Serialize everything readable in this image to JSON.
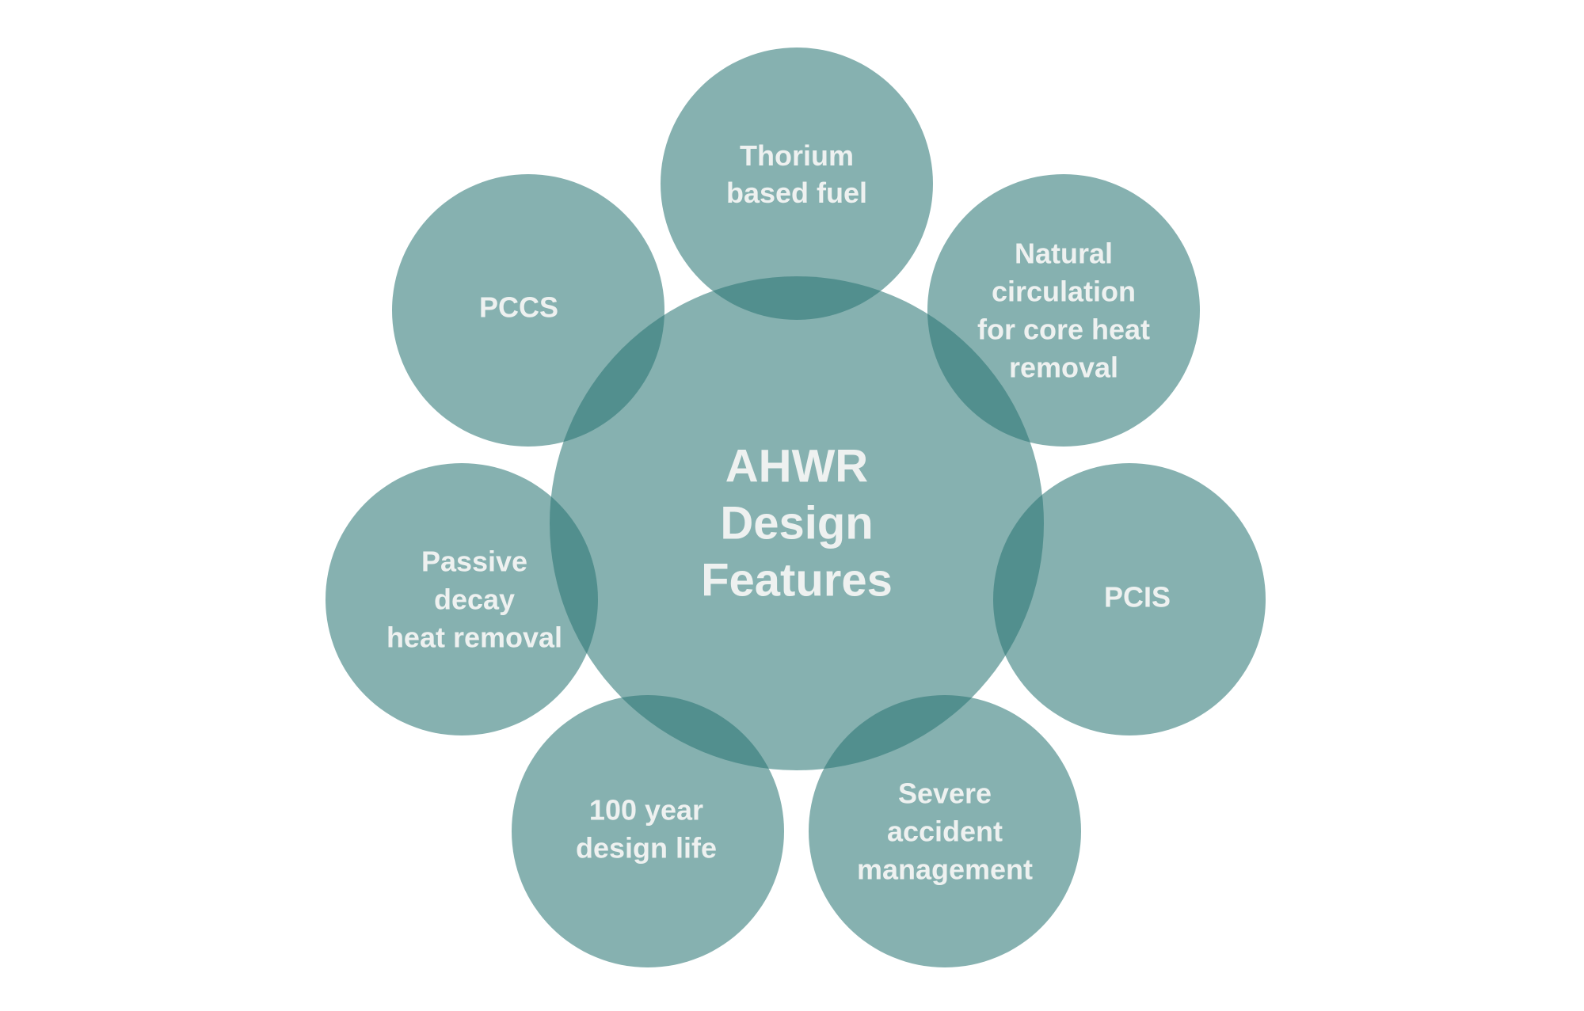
{
  "diagram": {
    "colors": {
      "bubble": "#2a7674",
      "text": "#eef1f0",
      "background": "#ffffff"
    },
    "center": {
      "lines": [
        "AHWR",
        "Design",
        "Features"
      ]
    },
    "nodes": [
      {
        "id": "thorium",
        "lines": [
          "Thorium",
          "based fuel"
        ]
      },
      {
        "id": "natural-circulation",
        "lines": [
          "Natural",
          "circulation",
          "for core heat",
          "removal"
        ]
      },
      {
        "id": "pcis",
        "lines": [
          "PCIS"
        ]
      },
      {
        "id": "severe-accident",
        "lines": [
          "Severe",
          "accident",
          "management"
        ]
      },
      {
        "id": "design-life",
        "lines": [
          "100 year",
          "design life"
        ]
      },
      {
        "id": "passive-decay",
        "lines": [
          "Passive",
          "decay",
          "heat removal"
        ]
      },
      {
        "id": "pccs",
        "lines": [
          "PCCS"
        ]
      }
    ]
  }
}
